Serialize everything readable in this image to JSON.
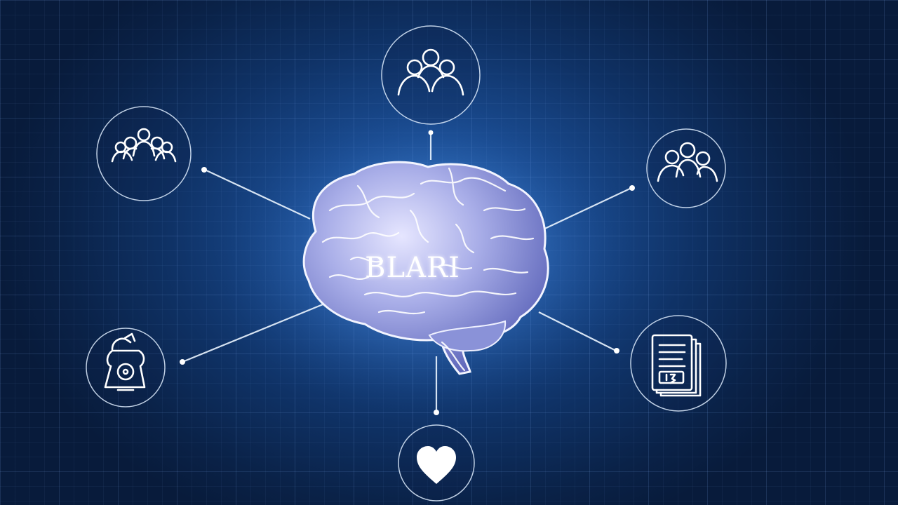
{
  "brain": {
    "label": "BLARI"
  },
  "nodes": [
    {
      "id": "top",
      "icon": "group-people-icon"
    },
    {
      "id": "upper-left",
      "icon": "crowd-people-icon"
    },
    {
      "id": "upper-right",
      "icon": "team-people-icon"
    },
    {
      "id": "lower-left",
      "icon": "telephone-icon"
    },
    {
      "id": "lower-right",
      "icon": "document-stack-icon"
    },
    {
      "id": "bottom",
      "icon": "heart-icon"
    }
  ],
  "colors": {
    "background": "#0f3266",
    "glow": "#2f6fc0",
    "line": "#ffffff"
  }
}
